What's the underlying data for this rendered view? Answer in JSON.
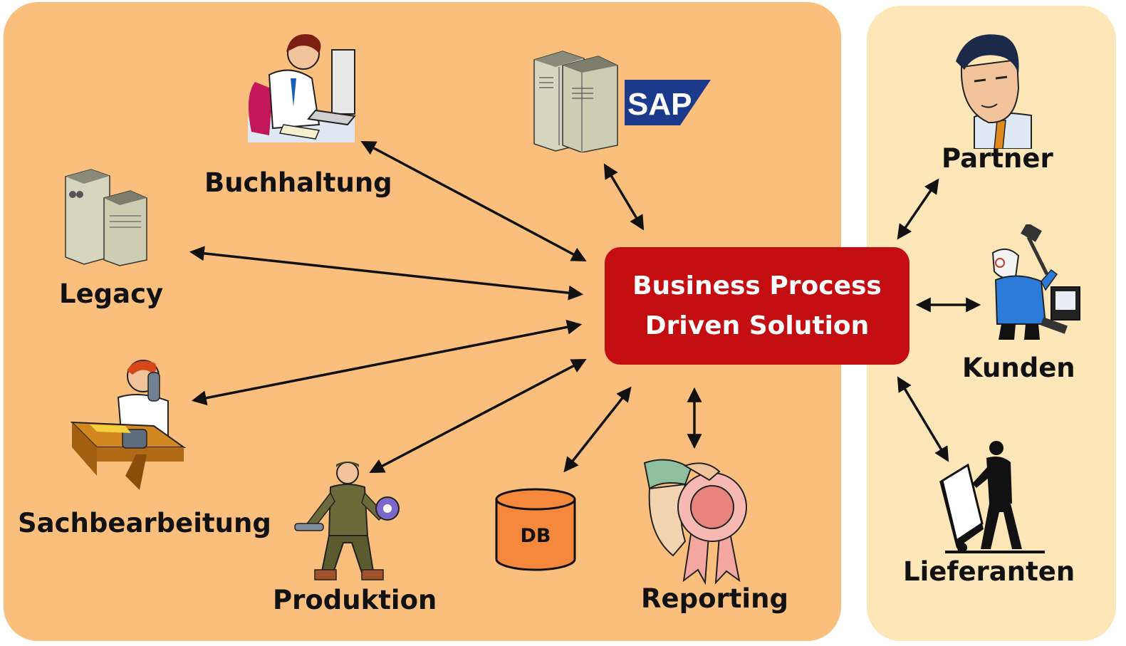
{
  "central": {
    "line1": "Business Process",
    "line2": "Driven Solution"
  },
  "internal": {
    "buchhaltung": "Buchhaltung",
    "legacy": "Legacy",
    "sachbearbeitung": "Sachbearbeitung",
    "produktion": "Produktion",
    "db": "DB",
    "reporting": "Reporting",
    "sap": "SAP"
  },
  "external": {
    "partner": "Partner",
    "kunden": "Kunden",
    "lieferanten": "Lieferanten"
  },
  "colors": {
    "left_panel": "#fbbf7d",
    "right_panel": "#fde6b8",
    "central_box": "#c40d10",
    "db_cylinder": "#f4893e",
    "sap_blue": "#1b3a8c"
  },
  "icons": [
    "accountant-icon",
    "sap-server-icon",
    "legacy-server-icon",
    "clerk-phone-icon",
    "worker-icon",
    "database-icon",
    "award-icon",
    "partner-icon",
    "customer-icon",
    "supplier-icon"
  ]
}
